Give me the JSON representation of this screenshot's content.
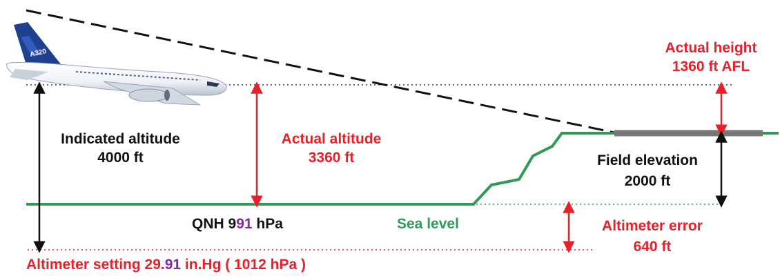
{
  "labels": {
    "indicated_altitude": [
      "Indicated altitude",
      "4000 ft"
    ],
    "actual_altitude": [
      "Actual altitude",
      "3360 ft"
    ],
    "actual_height": [
      "Actual height",
      "1360 ft AFL"
    ],
    "field_elevation": [
      "Field elevation",
      "2000 ft"
    ],
    "altimeter_error": [
      "Altimeter error",
      "640 ft"
    ],
    "sea_level": "Sea level",
    "aircraft_tail": "A320"
  },
  "qnh": {
    "prefix": "QNH 9",
    "highlight": "91",
    "suffix": " hPa"
  },
  "altimeter_setting": {
    "prefix": "Altimeter setting 29.",
    "highlight": "91",
    "suffix": " in.Hg ( 1012 hPa )"
  },
  "colors": {
    "red": "#e8202a",
    "green": "#2f9a5a",
    "black": "#111111",
    "gray_runway": "#777777",
    "purple": "#7b2aa0",
    "airbus_blue": "#1f3f8f"
  }
}
